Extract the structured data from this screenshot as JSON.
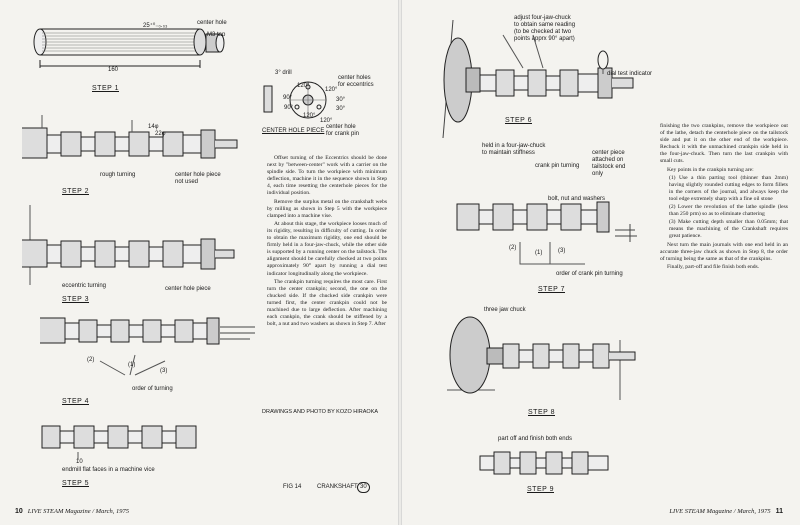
{
  "labels": {
    "tolerance": "25⁺⁰₋₀.₀₃",
    "center_hole": "center hole",
    "m3_tap": "M3 tap",
    "length_160": "160",
    "step1": "STEP 1",
    "drill_3": "3° drill",
    "center_holes_eccentrics": "center holes\nfor eccentrics",
    "a120_1": "120°",
    "a120_2": "120°",
    "a120_3": "120°",
    "a120_4": "120°",
    "a90_1": "90°",
    "a90_2": "90°",
    "a30_1": "30°",
    "a30_2": "30°",
    "center_hole_piece_caption": "CENTER HOLE PIECE",
    "center_hole_crank_pin": "center hole\nfor crank pin",
    "dim_14": "14φ",
    "dim_22": "22φ",
    "rough_turning": "rough turning",
    "chp_not_used": "center hole piece\nnot used",
    "step2": "STEP 2",
    "eccentric_turning": "eccentric turning",
    "chp": "center hole piece",
    "step3": "STEP 3",
    "n2": "(2)",
    "n1": "(1)",
    "n3": "(3)",
    "order_of_turning": "order of turning",
    "step4": "STEP 4",
    "ten": "10",
    "endmill": "endmill flat faces in a machine vice",
    "step5": "STEP 5",
    "credits": "DRAWINGS AND PHOTO BY KOZO HIRAOKA",
    "fig": "FIG 14",
    "crankshaft": "CRANKSHAFT",
    "page_ref": "30",
    "adjust": "adjust four-jaw-chuck\nto obtain same reading\n(to be checked at two\npoints apprx 90° apart)",
    "dial_test": "dial test indicator",
    "step6": "STEP 6",
    "held": "held in a four-jaw-chuck\nto maintain stiffness",
    "crank_pin_turning": "crank pin turning",
    "cp_attached": "center piece\nattached on\ntailstock end\nonly",
    "bolt_nut": "bolt, nut and washers",
    "rn2": "(2)",
    "rn1": "(1)",
    "rn3": "(3)",
    "order_crank": "order of crank pin turning",
    "step7": "STEP 7",
    "three_jaw": "three jaw chuck",
    "step8": "STEP 8",
    "part_off": "part off and finish both ends",
    "step9": "STEP 9"
  },
  "text": {
    "left_col": [
      "Offset turning of the Eccentrics should be done next by \"between-center\" work with a carrier on the spindle side. To turn the workpiece with minimum deflection, machine it in the sequence shown in Step 4, each time resetting the centerhole pieces for the individual position.",
      "Remove the surplus metal on the crankshaft webs by milling as shown in Step 5 with the workpiece clamped into a machine vise.",
      "At about this stage, the workpiece looses much of its rigidity, resulting in difficulty of cutting. In order to obtain the maximum rigidity, one end should be firmly held in a four-jaw-chuck, while the other side is supported by a running center on the tailstock. The alignment should be carefully checked at two points approximately 90° apart by running a dial test indicator longitudinally along the workpiece.",
      "The crankpin turning requires the most care. First turn the center crankpin; second, the one on the chucked side. If the chucked side crankpin were turned first, the center crankpin could not be machined due to large deflection. After machining each crankpin, the crank should be stiffened by a bolt, a nut and two washers as shown in Step 7. After"
    ],
    "right_col_intro": "finishing the two crankpins, remove the workpiece out of the lathe, detach the centerhole piece on the tailstock side and put it on the other end of the workpiece. Rechuck it with the unmachined crankpin side held in the four-jaw-chuck. Then turn the last crankpin with small cuts.",
    "right_col_key": "Key points in the crankpin turning are:",
    "right_col_list": [
      "(1) Use a thin parting tool (thinner than 2mm) having slightly rounded cutting edges to form fillets in the corners of the journal, and always keep the tool edge extremely sharp with a fine oil stone",
      "(2) Lower the revolution of the lathe spindle (less than 250 prm) so as to eliminate chattering",
      "(3) Make cutting depth smaller than 0.05mm; that means the machining of the Crankshaft requires great patience."
    ],
    "right_col_end": [
      "Next turn the main journals with one end held in an accurate three-jaw chuck as shown in Step 8, the order of turning being the same as that of the crankpins.",
      "Finally, part-off and file finish both ends."
    ]
  },
  "footer": {
    "left_page_num": "10",
    "left_mag": "LIVE STEAM Magazine / March, 1975",
    "right_mag": "LIVE STEAM Magazine / March, 1975",
    "right_page_num": "11"
  },
  "colors": {
    "paper": "#f4f3ef",
    "ink": "#1a1a1a"
  }
}
